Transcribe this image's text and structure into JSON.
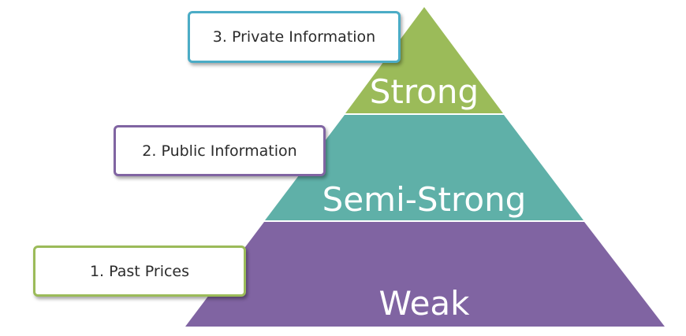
{
  "tiers": {
    "strong": {
      "label": "Strong",
      "color": "#9bbb59"
    },
    "semi_strong": {
      "label": "Semi-Strong",
      "color": "#5fb0a8"
    },
    "weak": {
      "label": "Weak",
      "color": "#8064a2"
    }
  },
  "callouts": {
    "private": {
      "label": "3. Private Information",
      "border_color": "#4bacc6"
    },
    "public": {
      "label": "2. Public Information",
      "border_color": "#8064a2"
    },
    "past": {
      "label": "1. Past Prices",
      "border_color": "#9bbb59"
    }
  }
}
